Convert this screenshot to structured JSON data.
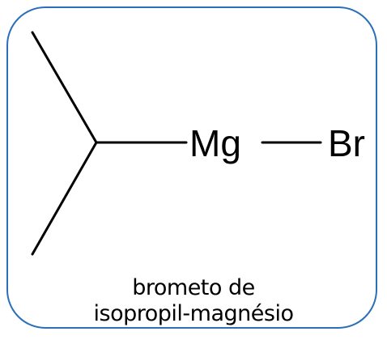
{
  "molecule": {
    "atoms": {
      "mg": "Mg",
      "br": "Br"
    },
    "caption": {
      "line1": "brometo de",
      "line2": "isopropil-magnésio"
    }
  },
  "colors": {
    "frame_border": "#2a6fb8",
    "bond": "#000000",
    "text": "#000000"
  }
}
